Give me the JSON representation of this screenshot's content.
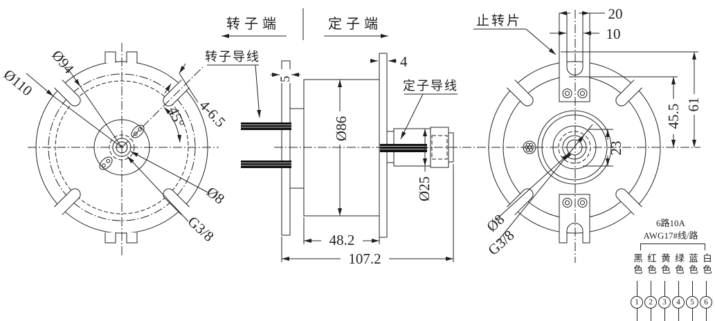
{
  "drawing": {
    "background": "#ffffff",
    "line_color": "#1f1f1f",
    "wire_color": "#111111"
  },
  "left_view": {
    "dims": {
      "outer_dia": "Ø110",
      "bolt_circle": "Ø94",
      "mount_holes": "4-6.5",
      "hole_angle": "45°",
      "bore_dia": "Ø8",
      "thread": "G3/8"
    }
  },
  "side_view": {
    "rotor_end": "转子端",
    "stator_end": "定子端",
    "rotor_lead": "转子导线",
    "stator_lead": "定子导线",
    "dims": {
      "flange_rotor": "5",
      "flange_stator": "4",
      "body_dia": "Ø86",
      "shaft_dia": "Ø25",
      "body_len": "48.2",
      "total_len": "107.2"
    }
  },
  "right_view": {
    "stop_plate": "止转片",
    "dims": {
      "tab_width": "20",
      "slot_width": "10",
      "tab_height": "61",
      "slot_depth": "45.5",
      "hub_dia": "23",
      "bore_dia": "Ø8",
      "thread": "G3/8"
    }
  },
  "wiring": {
    "spec_line1": "6路10A",
    "spec_line2": "AWG17#线/路",
    "channels": [
      {
        "label": "黑色",
        "num": "1"
      },
      {
        "label": "红色",
        "num": "2"
      },
      {
        "label": "黄色",
        "num": "3"
      },
      {
        "label": "绿色",
        "num": "4"
      },
      {
        "label": "蓝色",
        "num": "5"
      },
      {
        "label": "白色",
        "num": "6"
      }
    ]
  }
}
